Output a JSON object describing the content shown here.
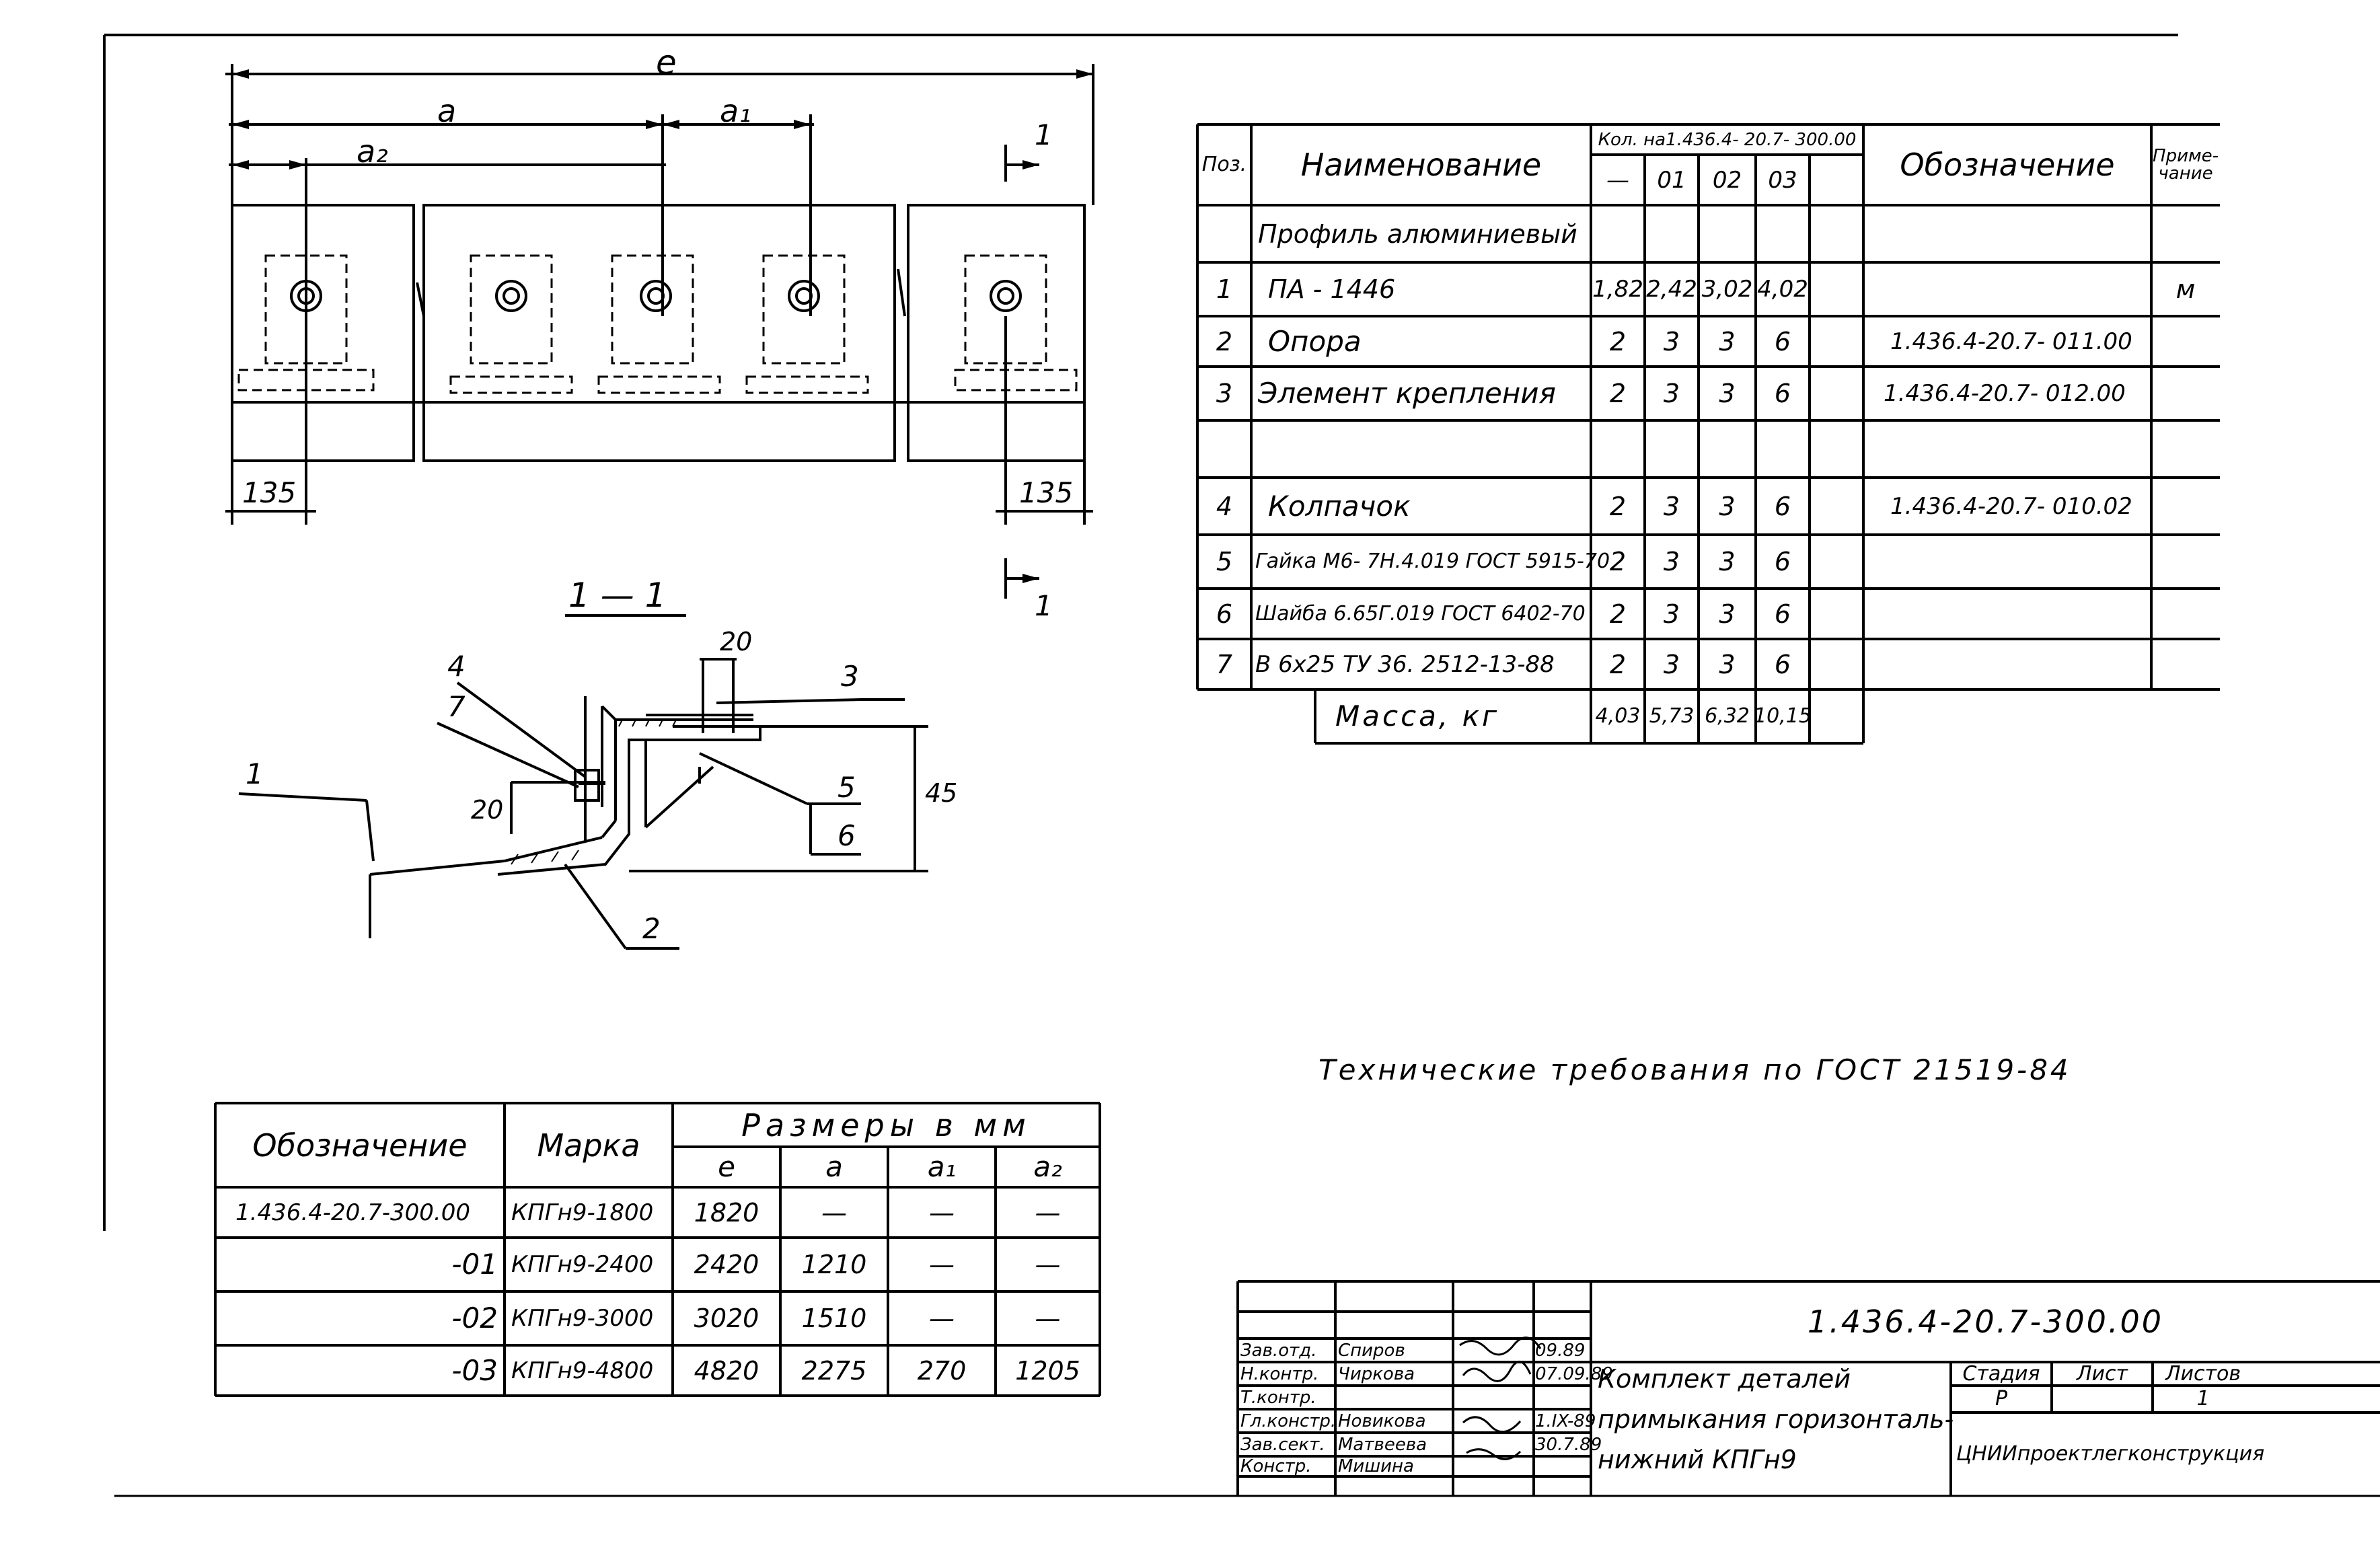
{
  "drawing": {
    "dim_labels": {
      "e": "e",
      "a": "a",
      "a1": "a₁",
      "a2": "a₂",
      "left_135": "135",
      "right_135": "135",
      "section_mark": "1"
    },
    "section": {
      "title": "1 — 1",
      "callouts": [
        "4",
        "7",
        "3",
        "1",
        "5",
        "6",
        "2"
      ],
      "dim_20_top": "20",
      "dim_20_left": "20",
      "dim_45": "45"
    }
  },
  "spec_table": {
    "headers": {
      "pos": "Поз.",
      "name": "Наименование",
      "qty": "Кол. на1.436.4- 20.7- 300.00",
      "qty_sub": [
        "—",
        "01",
        "02",
        "03"
      ],
      "designation": "Обозначение",
      "note": "Приме- чание"
    },
    "group_title": "Профиль алюминиевый",
    "rows": [
      {
        "pos": "1",
        "name": "ПА - 1446",
        "q": [
          "1,82",
          "2,42",
          "3,02",
          "4,02"
        ],
        "designation": "",
        "note": "м"
      },
      {
        "pos": "2",
        "name": "Опора",
        "q": [
          "2",
          "3",
          "3",
          "6"
        ],
        "designation": "1.436.4-20.7- 011.00",
        "note": ""
      },
      {
        "pos": "3",
        "name": "Элемент крепления",
        "q": [
          "2",
          "3",
          "3",
          "6"
        ],
        "designation": "1.436.4-20.7- 012.00",
        "note": ""
      },
      {
        "pos": "4",
        "name": "Колпачок",
        "q": [
          "2",
          "3",
          "3",
          "6"
        ],
        "designation": "1.436.4-20.7- 010.02",
        "note": ""
      },
      {
        "pos": "5",
        "name": "Гайка М6- 7Н.4.019 ГОСТ 5915-70",
        "q": [
          "2",
          "3",
          "3",
          "6"
        ],
        "designation": "",
        "note": ""
      },
      {
        "pos": "6",
        "name": "Шайба 6.65Г.019 ГОСТ 6402-70",
        "q": [
          "2",
          "3",
          "3",
          "6"
        ],
        "designation": "",
        "note": ""
      },
      {
        "pos": "7",
        "name": "В 6х25 ТУ 36. 2512-13-88",
        "q": [
          "2",
          "3",
          "3",
          "6"
        ],
        "designation": "",
        "note": ""
      }
    ],
    "mass": {
      "label": "Масса, кг",
      "values": [
        "4,03",
        "5,73",
        "6,32",
        "10,15"
      ]
    }
  },
  "tech_requirements": "Технические требования по ГОСТ 21519-84",
  "sizes_table": {
    "headers": {
      "designation": "Обозначение",
      "mark": "Марка",
      "sizes": "Размеры в мм",
      "cols": [
        "e",
        "a",
        "a₁",
        "a₂"
      ]
    },
    "rows": [
      {
        "designation": "1.436.4-20.7-300.00",
        "mark": "КПГн9-1800",
        "v": [
          "1820",
          "—",
          "—",
          "—"
        ]
      },
      {
        "designation": "-01",
        "mark": "КПГн9-2400",
        "v": [
          "2420",
          "1210",
          "—",
          "—"
        ]
      },
      {
        "designation": "-02",
        "mark": "КПГн9-3000",
        "v": [
          "3020",
          "1510",
          "—",
          "—"
        ]
      },
      {
        "designation": "-03",
        "mark": "КПГн9-4800",
        "v": [
          "4820",
          "2275",
          "270",
          "1205"
        ]
      }
    ]
  },
  "title_block": {
    "code": "1.436.4-20.7-300.00",
    "name_lines": [
      "Комплект деталей",
      "примыкания горизонталь-",
      "нижний КПГн9"
    ],
    "stage_label": "Стадия",
    "sheet_label": "Лист",
    "sheets_label": "Листов",
    "stage": "Р",
    "sheet": "",
    "sheets": "1",
    "org": "ЦНИИпроектлегконструкция",
    "people": [
      {
        "role": "Зав.отд.",
        "name": "Спиров",
        "date": "09.89"
      },
      {
        "role": "Н.контр.",
        "name": "Чиркова",
        "date": "07.09.89"
      },
      {
        "role": "Т.контр.",
        "name": "",
        "date": ""
      },
      {
        "role": "Гл.констр.",
        "name": "Новикова",
        "date": "1.IX-89"
      },
      {
        "role": "Зав.сект.",
        "name": "Матвеева",
        "date": "30.7.89"
      },
      {
        "role": "Констр.",
        "name": "Мишина",
        "date": ""
      }
    ]
  }
}
